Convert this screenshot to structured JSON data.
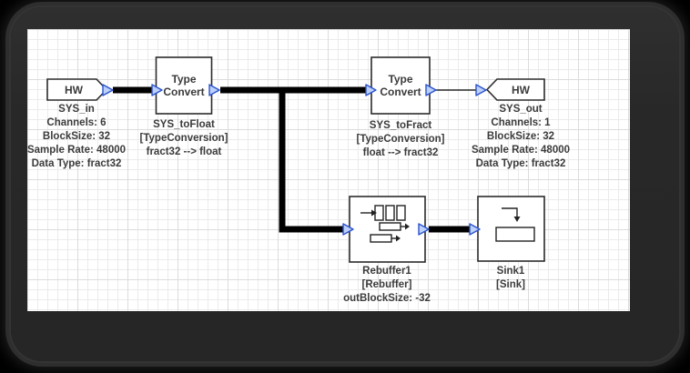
{
  "colors": {
    "pin_blue": "#2a52cc",
    "pin_fill": "#bcd0fa",
    "wire": "#000000",
    "label_text": "#3b3b3b",
    "frame": "#2a2a2a",
    "canvas_grid": "#ebebeb"
  },
  "blocks": {
    "sys_in": {
      "label": "HW",
      "name": "SYS_in",
      "prop1": "Channels: 6",
      "prop2": "BlockSize: 32",
      "prop3": "Sample Rate: 48000",
      "prop4": "Data Type: fract32"
    },
    "sys_to_float": {
      "label": "Type Convert",
      "name": "SYS_toFloat",
      "type": "[TypeConversion]",
      "detail": "fract32 --> float"
    },
    "sys_to_fract": {
      "label": "Type Convert",
      "name": "SYS_toFract",
      "type": "[TypeConversion]",
      "detail": "float --> fract32"
    },
    "sys_out": {
      "label": "HW",
      "name": "SYS_out",
      "prop1": "Channels: 1",
      "prop2": "BlockSize: 32",
      "prop3": "Sample Rate: 48000",
      "prop4": "Data Type: fract32"
    },
    "rebuffer": {
      "name": "Rebuffer1",
      "type": "[Rebuffer]",
      "detail": "outBlockSize: -32"
    },
    "sink": {
      "name": "Sink1",
      "type": "[Sink]"
    }
  }
}
